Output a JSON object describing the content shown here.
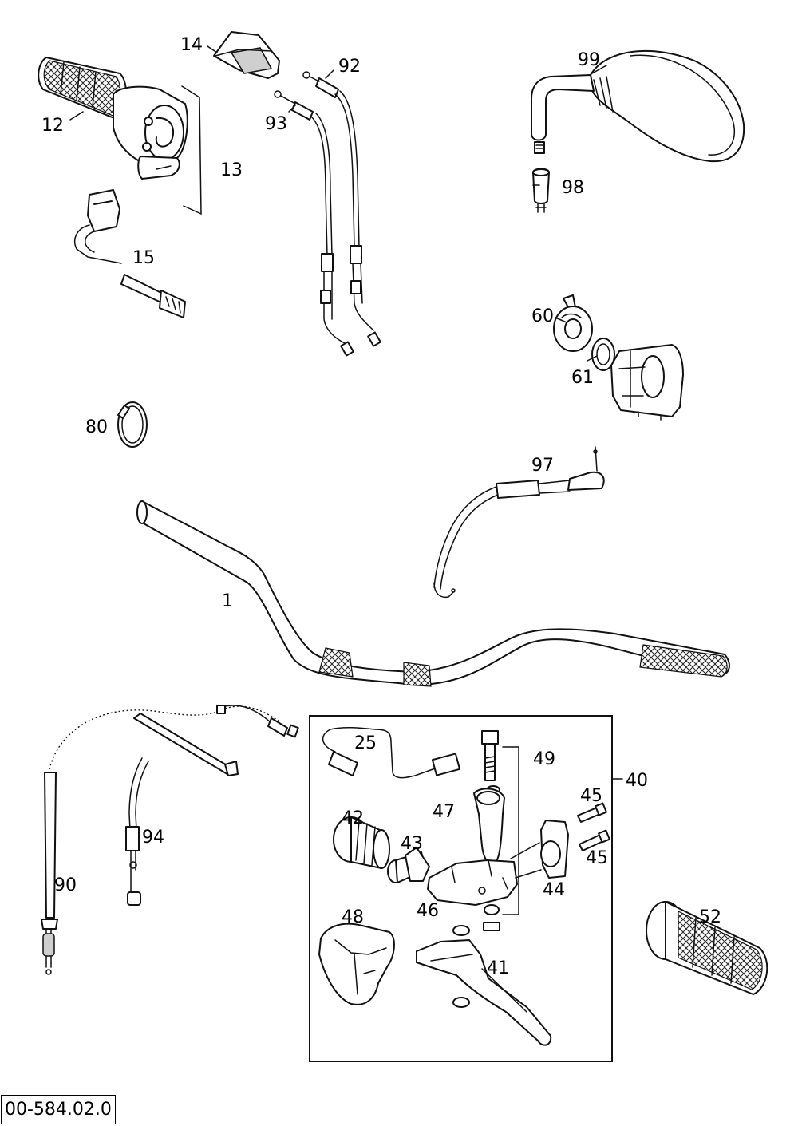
{
  "document_code": "00-584.02.0",
  "callouts": {
    "c1": "1",
    "c12": "12",
    "c13": "13",
    "c14": "14",
    "c15": "15",
    "c25": "25",
    "c40": "40",
    "c41": "41",
    "c42": "42",
    "c43": "43",
    "c44": "44",
    "c45a": "45",
    "c45b": "45",
    "c46": "46",
    "c47": "47",
    "c48": "48",
    "c49": "49",
    "c52": "52",
    "c60": "60",
    "c61": "61",
    "c80": "80",
    "c90": "90",
    "c92": "92",
    "c93": "93",
    "c94": "94",
    "c97": "97",
    "c98": "98",
    "c99": "99"
  }
}
